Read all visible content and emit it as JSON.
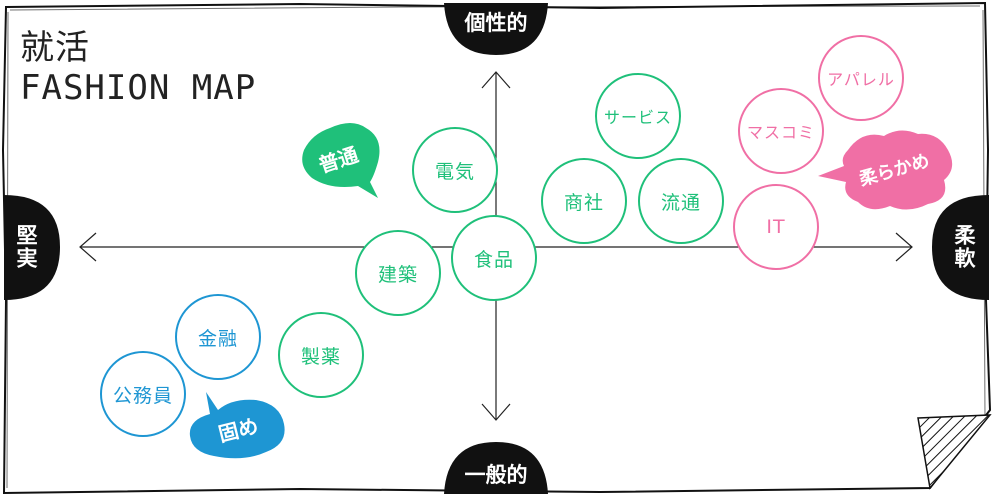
{
  "title": {
    "line1": "就活",
    "line2": "FASHION MAP"
  },
  "axes": {
    "top": "個性的",
    "bottom": "一般的",
    "left": "堅実",
    "right": "柔軟"
  },
  "colors": {
    "green": "#1fc07a",
    "pink": "#f06fa5",
    "blue": "#1e96d3",
    "black": "#111111"
  },
  "categories": {
    "normal": "普通",
    "soft": "柔らかめ",
    "firm": "固め"
  },
  "industries": [
    {
      "label": "アパレル",
      "group": "pink",
      "small": true
    },
    {
      "label": "マスコミ",
      "group": "pink",
      "small": true
    },
    {
      "label": "IT",
      "group": "pink",
      "small": false
    },
    {
      "label": "サービス",
      "group": "green",
      "small": true
    },
    {
      "label": "商社",
      "group": "green",
      "small": false
    },
    {
      "label": "流通",
      "group": "green",
      "small": false
    },
    {
      "label": "電気",
      "group": "green",
      "small": false
    },
    {
      "label": "食品",
      "group": "green",
      "small": false
    },
    {
      "label": "建築",
      "group": "green",
      "small": false
    },
    {
      "label": "製薬",
      "group": "green",
      "small": false
    },
    {
      "label": "金融",
      "group": "blue",
      "small": false
    },
    {
      "label": "公務員",
      "group": "blue",
      "small": false
    }
  ]
}
